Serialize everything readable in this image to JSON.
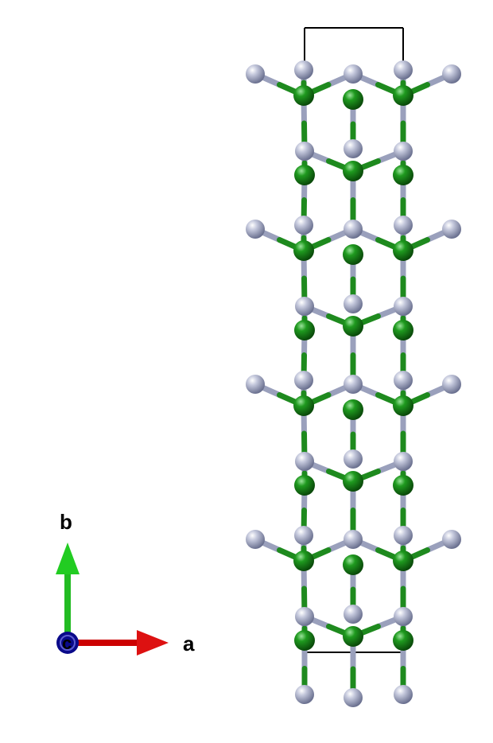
{
  "axes": {
    "a_label": "a",
    "b_label": "b",
    "c_label": "c",
    "a_color": "#cc0000",
    "b_color": "#22bb22",
    "c_color": "#0a0a8a"
  },
  "atoms": {
    "grey_color": "#aab0cc",
    "green_color": "#1e8a1e"
  },
  "cell_outline_color": "#000000"
}
